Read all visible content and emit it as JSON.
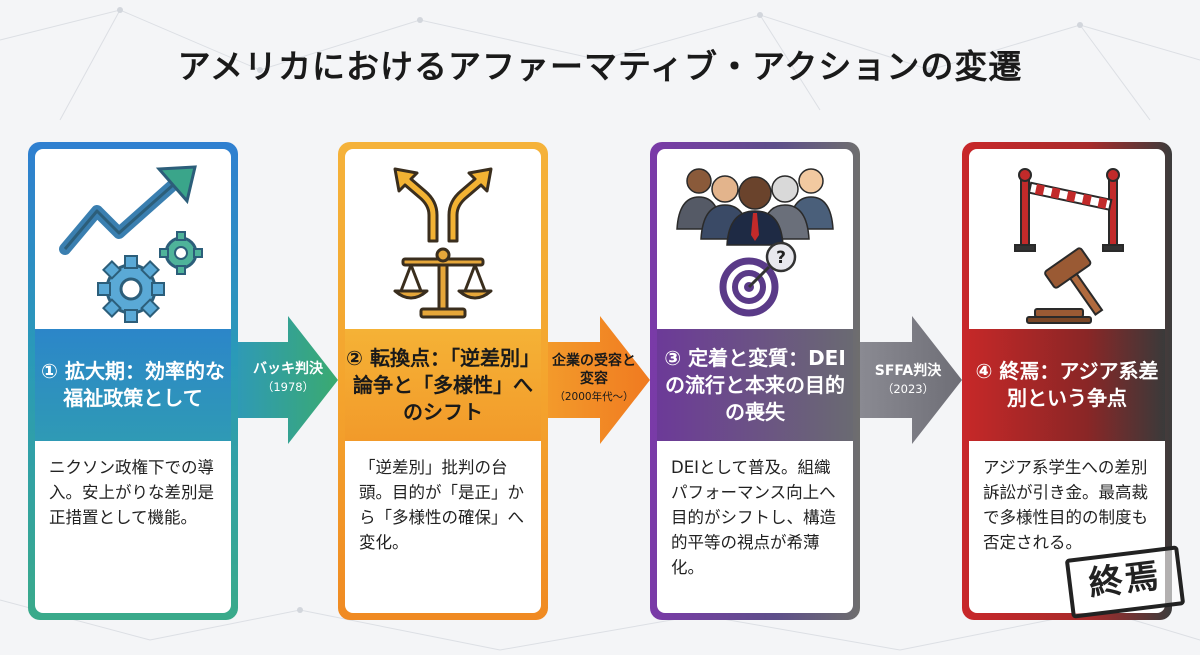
{
  "title": "アメリカにおけるアファーマティブ・アクションの変遷",
  "stages": [
    {
      "heading": "① 拡大期：効率的な福祉政策として",
      "icons": [
        "upward-trend-arrow-icon",
        "gears-icon"
      ],
      "color": "#2c86c9",
      "description": "ニクソン政権下での導入。安上がりな差別是正措置として機能。"
    },
    {
      "heading": "② 転換点：「逆差別」論争と「多様性」へのシフト",
      "icons": [
        "split-arrow-icon",
        "scales-icon"
      ],
      "color": "#f5b236",
      "description": "「逆差別」批判の台頭。目的が「是正」から「多様性の確保」へ変化。"
    },
    {
      "heading": "③ 定着と変質：DEIの流行と本来の目的の喪失",
      "icons": [
        "diverse-group-icon",
        "target-question-icon"
      ],
      "color": "#6c3a98",
      "description": "DEIとして普及。組織パフォーマンス向上へ目的がシフトし、構造的平等の視点が希薄化。"
    },
    {
      "heading": "④ 終焉：アジア系差別という争点",
      "icons": [
        "barrier-icon",
        "gavel-icon"
      ],
      "color": "#c42828",
      "description": "アジア系学生への差別訴訟が引き金。最高裁で多様性目的の制度も否定される。",
      "stamp": "終焉"
    }
  ],
  "transitions": [
    {
      "label": "バッキ判決",
      "sub": "（1978）"
    },
    {
      "label": "企業の受容と変容",
      "sub": "（2000年代〜）"
    },
    {
      "label": "SFFA判決",
      "sub": "（2023）"
    }
  ]
}
